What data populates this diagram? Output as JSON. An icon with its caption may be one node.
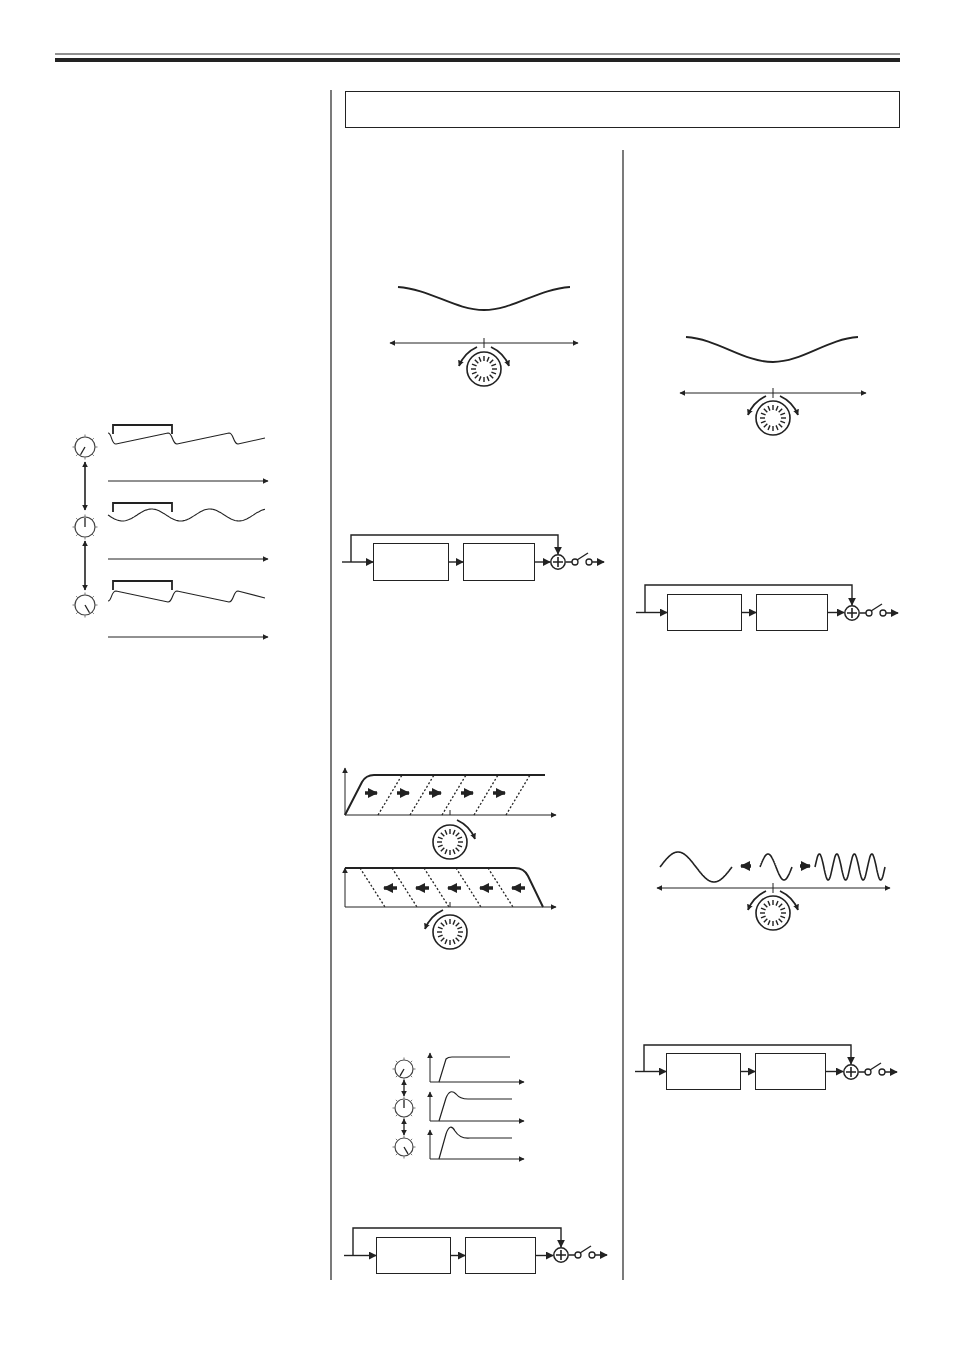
{
  "diagram": {
    "nodes": [
      {
        "text": [],
        "shape": "box"
      },
      {
        "text": [],
        "shape": "box"
      },
      {
        "text": [],
        "shape": "box"
      },
      {
        "text": [],
        "shape": "circle"
      },
      {
        "text": [],
        "shape": "box"
      },
      {
        "text": [],
        "shape": "box"
      },
      {
        "text": [],
        "shape": "circle"
      },
      {
        "text": [],
        "shape": "box"
      },
      {
        "text": [],
        "shape": "box"
      },
      {
        "text": [],
        "shape": "circle"
      },
      {
        "text": [],
        "shape": "box"
      },
      {
        "text": [],
        "shape": "box"
      },
      {
        "text": [],
        "shape": "circle"
      }
    ],
    "edges": [
      {
        "from": null,
        "to": 1,
        "arrow": "to"
      },
      {
        "from": 1,
        "to": 2,
        "arrow": "to"
      },
      {
        "from": 2,
        "to": 3,
        "arrow": "to"
      },
      {
        "from": null,
        "to": 3,
        "arrow": "to"
      },
      {
        "from": 3,
        "to": null,
        "arrow": "to"
      },
      {
        "from": null,
        "to": 4,
        "arrow": "to"
      },
      {
        "from": 4,
        "to": 5,
        "arrow": "to"
      },
      {
        "from": 5,
        "to": 6,
        "arrow": "to"
      },
      {
        "from": null,
        "to": 6,
        "arrow": "to"
      },
      {
        "from": 6,
        "to": null,
        "arrow": "to"
      },
      {
        "from": null,
        "to": 7,
        "arrow": "to"
      },
      {
        "from": 7,
        "to": 8,
        "arrow": "to"
      },
      {
        "from": 8,
        "to": 9,
        "arrow": "to"
      },
      {
        "from": null,
        "to": 9,
        "arrow": "to"
      },
      {
        "from": 9,
        "to": null,
        "arrow": "to"
      },
      {
        "from": null,
        "to": 10,
        "arrow": "to"
      },
      {
        "from": 10,
        "to": 11,
        "arrow": "to"
      },
      {
        "from": 11,
        "to": 12,
        "arrow": "to"
      },
      {
        "from": null,
        "to": 12,
        "arrow": "to"
      },
      {
        "from": 12,
        "to": null,
        "arrow": "to"
      }
    ]
  }
}
